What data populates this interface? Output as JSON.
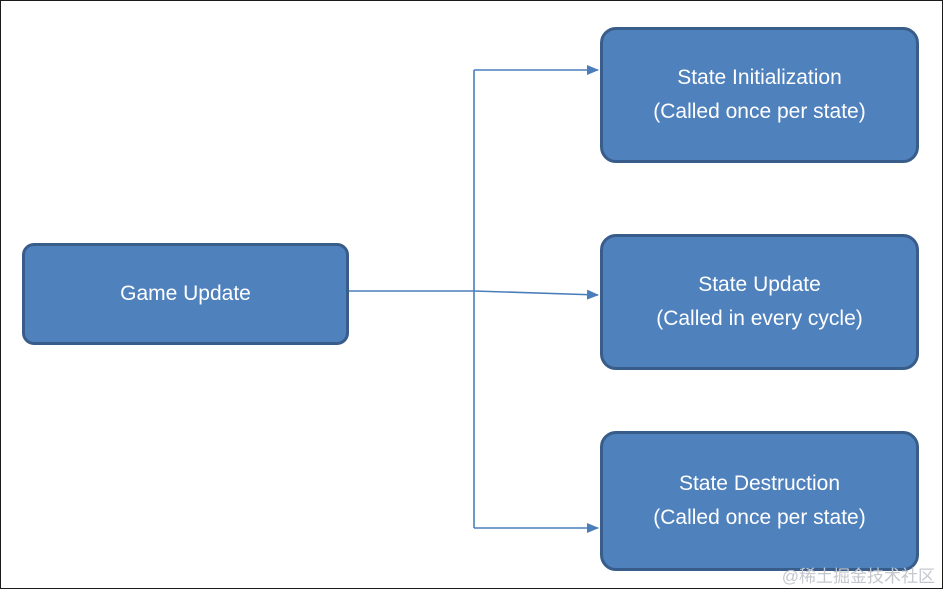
{
  "nodes": {
    "game_update": {
      "label": "Game Update"
    },
    "state_init": {
      "title": "State Initialization",
      "subtitle": "(Called once per state)"
    },
    "state_update": {
      "title": "State Update",
      "subtitle": "(Called in every cycle)"
    },
    "state_destruction": {
      "title": "State Destruction",
      "subtitle": "(Called once per state)"
    }
  },
  "watermark": "@稀土掘金技术社区",
  "colors": {
    "node_fill": "#4f81bd",
    "node_border": "#385d8a",
    "connector": "#4a7ebb",
    "text": "#ffffff"
  }
}
